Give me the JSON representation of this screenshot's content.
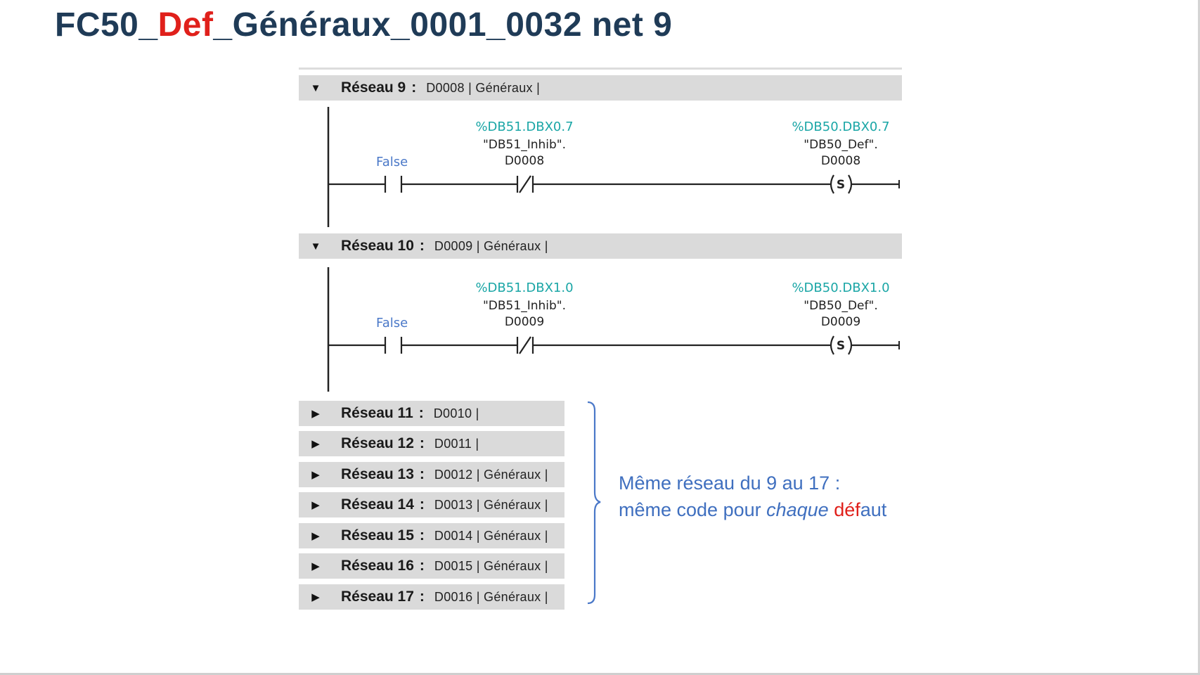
{
  "title": {
    "part1": "FC50_",
    "part2": "Def",
    "part3": "_Généraux_0001_0032 net 9"
  },
  "networks": [
    {
      "name": "Réseau 9",
      "comment": "D0008 | Généraux |",
      "contact_nc": {
        "address": "%DB51.DBX0.7",
        "symbol1": "\"DB51_Inhib\".",
        "symbol2": "D0008"
      },
      "coil": {
        "address": "%DB50.DBX0.7",
        "symbol1": "\"DB50_Def\".",
        "symbol2": "D0008",
        "type": "S"
      },
      "contact_no_label": "False"
    },
    {
      "name": "Réseau 10",
      "comment": "D0009 | Généraux |",
      "contact_nc": {
        "address": "%DB51.DBX1.0",
        "symbol1": "\"DB51_Inhib\".",
        "symbol2": "D0009"
      },
      "coil": {
        "address": "%DB50.DBX1.0",
        "symbol1": "\"DB50_Def\".",
        "symbol2": "D0009",
        "type": "S"
      },
      "contact_no_label": "False"
    }
  ],
  "collapsed_networks": [
    {
      "name": "Réseau 11",
      "comment": "D0010 |"
    },
    {
      "name": "Réseau 12",
      "comment": "D0011 |"
    },
    {
      "name": "Réseau 13",
      "comment": "D0012 | Généraux |"
    },
    {
      "name": "Réseau 14",
      "comment": "D0013 | Généraux |"
    },
    {
      "name": "Réseau 15",
      "comment": "D0014 | Généraux |"
    },
    {
      "name": "Réseau 16",
      "comment": "D0015 | Généraux |"
    },
    {
      "name": "Réseau 17",
      "comment": "D0016 | Généraux |"
    }
  ],
  "note": {
    "line1": "Même réseau du 9 au 17 :",
    "line2_a": "même code pour ",
    "line2_b": "chaque",
    "line2_c": " ",
    "line2_d": "déf",
    "line2_e": "aut"
  },
  "icons": {
    "expanded": "triangle-down-icon",
    "collapsed": "triangle-right-icon"
  },
  "colors": {
    "title": "#1f3b57",
    "accent_red": "#e0201b",
    "address": "#1aa6a6",
    "note": "#3f6fbf",
    "header_bg": "#dadada"
  }
}
